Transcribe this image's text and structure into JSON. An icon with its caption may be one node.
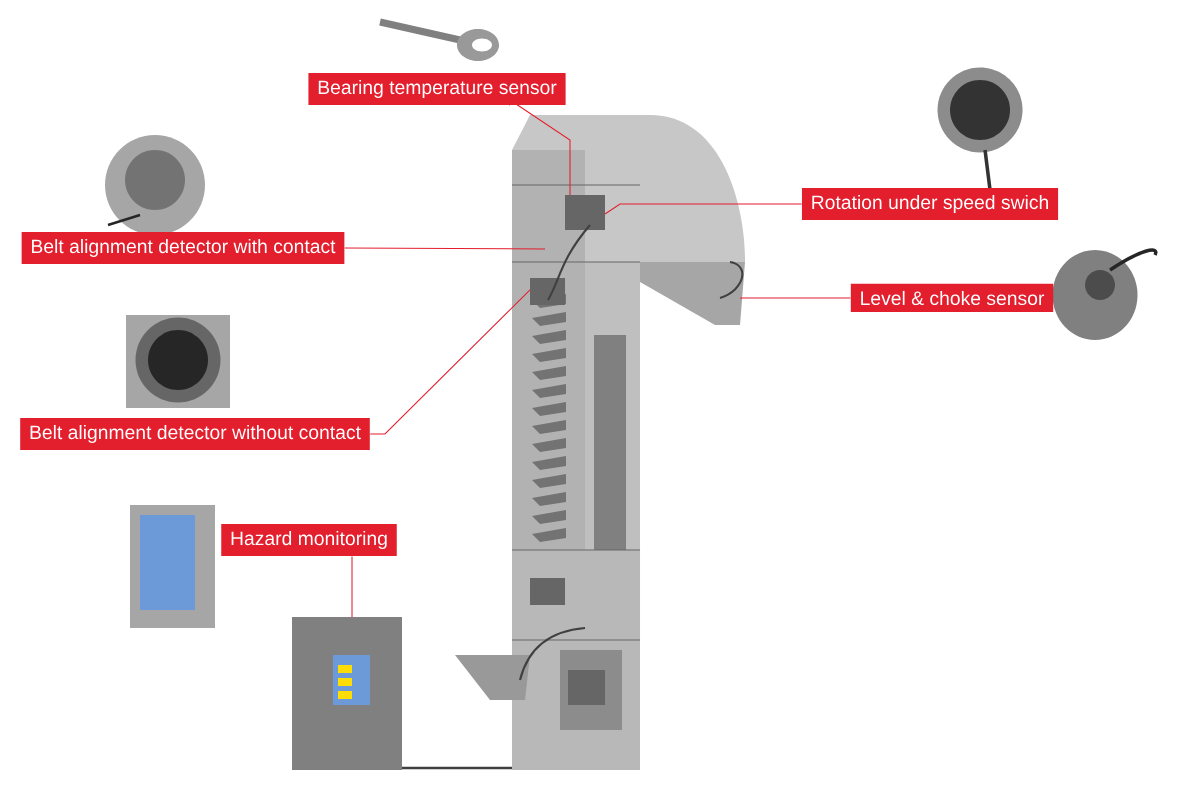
{
  "diagram": {
    "nodes": [
      {
        "text": [
          "Bearing temperature sensor"
        ]
      },
      {
        "text": [
          "Rotation under speed swich"
        ]
      },
      {
        "text": [
          "Belt alignment detector with contact"
        ]
      },
      {
        "text": [
          "Level & choke sensor"
        ]
      },
      {
        "text": [
          "Belt alignment detector without contact"
        ]
      },
      {
        "text": [
          "Hazard monitoring"
        ]
      }
    ],
    "edges": [
      {
        "from": 0,
        "to": null,
        "arrow": "none"
      },
      {
        "from": 1,
        "to": null,
        "arrow": "none"
      },
      {
        "from": 2,
        "to": null,
        "arrow": "none"
      },
      {
        "from": 3,
        "to": null,
        "arrow": "none"
      },
      {
        "from": 4,
        "to": null,
        "arrow": "none"
      },
      {
        "from": 5,
        "to": null,
        "arrow": "none"
      }
    ]
  }
}
